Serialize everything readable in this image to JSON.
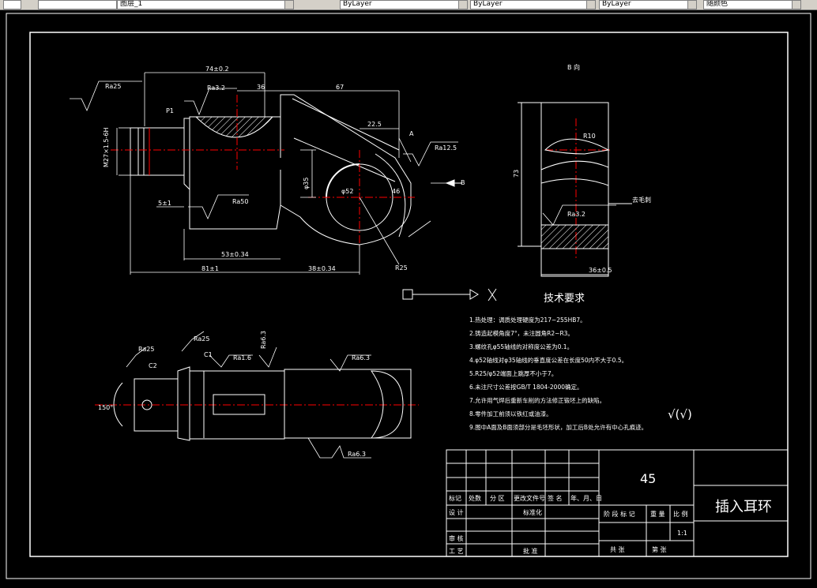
{
  "toolbar": {
    "layer_name": "图层_1",
    "linetype": "ByLayer",
    "lineweight": "ByLayer",
    "color": "ByLayer",
    "plot_style": "随颜色"
  },
  "drawing": {
    "view_b_label": "B 向",
    "tech_title": "技术要求",
    "tech_notes": [
      "1.热处理：调质处理硬度为217~255HB7。",
      "2.铸造起模角度7°，未注圆角R2~R3。",
      "3.螺纹孔φ55轴线的对称度公差为0.1。",
      "4.φ52轴线对φ35轴线的垂直度公差在长度50内不大于0.5。",
      "5.R25/φ52端面上跳厚不小于7。",
      "6.未注尺寸公差按GB/T 1804-2000确定。",
      "7.允许用气焊后重新车削的方法修正锻坯上的缺陷。",
      "8.零件加工前须以铁红或油漆。",
      "9.图中A面及B面须部分是毛坯形状，加工后B处允许有中心孔痕迹。"
    ],
    "roughness_symbol": "√(√)",
    "rough_note": "去毛刺",
    "dims": {
      "d74": "74±0.2",
      "d36": "36",
      "d67": "67",
      "d22": "22.5",
      "d53": "53±0.34",
      "d81": "81±1",
      "d38": "38±0.34",
      "d5": "5±1",
      "d73": "73",
      "d36b": "36±0.5",
      "r10": "R10",
      "r25": "R25",
      "d150": "150°",
      "c2": "C2",
      "c1": "C1",
      "p1": "P1",
      "ra25a": "Ra25",
      "ra32a": "Ra3.2",
      "ra50": "Ra50",
      "ra125": "Ra12.5",
      "ra32b": "Ra3.2",
      "ra25b": "Ra25",
      "ra16": "Ra1.6",
      "ra63a": "Ra6.3",
      "ra63b": "Ra6.3",
      "ra63c": "Ra6.3",
      "ra25c": "Ra25",
      "m27": "M27×1.5-6H",
      "phi52": "φ52",
      "label_a": "A",
      "label_b": "B",
      "phi35": "φ35",
      "d46": "46"
    },
    "title_block": {
      "material": "45",
      "part_name": "插入耳环",
      "scale": "1:1",
      "row_headers": [
        "标记",
        "处数",
        "分 区",
        "更改文件号",
        "签 名",
        "年、月、日"
      ],
      "design": "设 计",
      "standard": "标准化",
      "review": "审 核",
      "process": "工 艺",
      "approve": "批 准",
      "stage_mark": "阶 段 标 记",
      "weight": "重 量",
      "ratio": "比 例",
      "sheet_total": "共  张",
      "sheet_no": "第  张"
    }
  },
  "colors": {
    "background": "#000000",
    "lines": "#ffffff",
    "centerline": "#ff0000",
    "toolbar": "#d4d0c8"
  }
}
